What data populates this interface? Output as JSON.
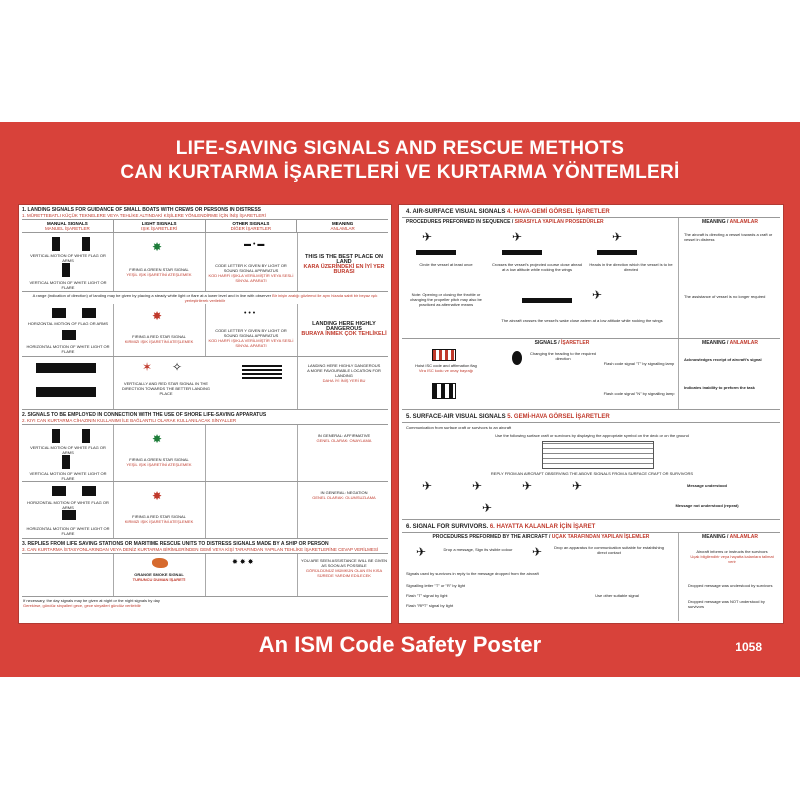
{
  "header": {
    "title_en": "LIFE-SAVING SIGNALS AND RESCUE METHOTS",
    "title_tr": "CAN KURTARMA İŞARETLERİ VE KURTARMA YÖNTEMLERİ"
  },
  "footer": {
    "tagline": "An ISM Code Safety Poster",
    "poster_number": "1058"
  },
  "left": {
    "s1": {
      "title": "1. LANDING SIGNALS FOR GUIDANCE OF SMALL BOATS WITH CREWS OR PERSONS IN DISTRESS",
      "subtitle": "1. MÜRETTEBATLI KÜÇÜK TEKNELERE VEYA TEHLİKE ALTINDAKİ KİŞİLERE YÖNLENDİRME İÇİN İNİŞ İŞARETLERİ",
      "headers": [
        {
          "en": "MANUAL SIGNALS",
          "tr": "MANUEL İŞARETLER"
        },
        {
          "en": "LIGHT SIGNALS",
          "tr": "IŞIK İŞARETLERİ"
        },
        {
          "en": "OTHER SIGNALS",
          "tr": "DİĞER İŞARETLER"
        },
        {
          "en": "MEANING",
          "tr": "ANLAMLAR"
        }
      ],
      "rows": [
        {
          "manual_top": "VERTICAL MOTION OF WHITE FLAG OR ARMS",
          "manual_bottom": "VERTICAL MOTION OF WHITE LIGHT OR FLARE",
          "light": "FIRING A GREEN STAR SIGNAL",
          "light_tr": "YEŞİL IŞIK İŞARETİNİ ATEŞLEMEK",
          "other": "CODE LETTER K GIVEN BY LIGHT OR SOUND SIGNAL APPARATUS",
          "other_tr": "KOD HARFİ IŞIKLA VERİLMİŞTİR VEYA SESLİ SİNYAL APARATI",
          "meaning": "THIS IS THE BEST PLACE ON LAND",
          "meaning_tr": "KARA ÜZERİNDEKİ EN İYİ YER BURASI"
        },
        {
          "manual_top": "HORIZONTAL MOTION OF FLAG OR ARMS",
          "manual_bottom": "HORIZONTAL MOTION OF WHITE LIGHT OR FLARE",
          "light": "FIRING A RED STAR SIGNAL",
          "light_tr": "KIRMIZI IŞIK İŞARETİNİ ATEŞLEMEK",
          "other": "CODE LETTER Y GIVEN BY LIGHT OR SOUND SIGNAL APPARATUS",
          "other_tr": "KOD HARFİ IŞIKLA VERİLMİŞTİR VEYA SESLİ SİNYAL APARATI",
          "meaning": "LANDING HERE HIGHLY DANGEROUS",
          "meaning_tr": "BURAYA İNMEK ÇOK TEHLİKELİ"
        }
      ],
      "range_note": "A range (indication of direction) of landing may be given by placing a steady white light or flare at a lower level and in line with observer",
      "range_note_tr": "Bir inişin aralığı gözlemci ile aynı hizada sabit bir beyaz ışık yerleştirilerek verilebilir",
      "row3_light": "VERTICALLY AND RED STAR SIGNAL IN THE DIRECTION TOWARDS THE BETTER LANDING PLACE",
      "row3_meaning": "LANDING HERE HIGHLY DANGEROUS",
      "row3_meaning2": "A MORE FAVOURABLE LOCATION FOR LANDING",
      "row3_meaning_tr": "DAHA İYİ İNİŞ YERİ BU"
    },
    "s2": {
      "title": "2. SIGNALS TO BE EMPLOYED IN CONNECTION WITH THE USE OF SHORE LIFE-SAVING APPARATUS",
      "subtitle": "2. KIYI CAN KURTARMA CİHAZININ KULLANIMI İLE BAĞLANTILI OLARAK KULLANILACAK SİNYALLER",
      "row1_manual": "VERTICAL MOTION OF WHITE FLAG OR ARMS",
      "row1_manual_b": "VERTICAL MOTION OF WHITE LIGHT OR FLARE",
      "row1_light": "FIRING A GREEN STAR SIGNAL",
      "row1_light_tr": "YEŞİL IŞIK İŞARETİNİ ATEŞLEMEK",
      "row1_meaning": "IN GENERAL: AFFIRMATIVE",
      "row1_meaning_tr": "GENEL OLARAK: ONAYLAMA",
      "row2_manual": "HORIZONTAL MOTION OF WHITE FLAG OR ARMS",
      "row2_manual_b": "HORIZONTAL MOTION OF WHITE LIGHT OR FLARE",
      "row2_light": "FIRING A RED STAR SIGNAL",
      "row2_light_tr": "KIRMIZI IŞIK İŞARETİNİ ATEŞLEMEK",
      "row2_meaning": "IN GENERAL: NEGATION",
      "row2_meaning_tr": "GENEL OLARAK: OLUMSUZLAMA"
    },
    "s3": {
      "title": "3. REPLIES FROM LIFE SAVING STATIONS OR MARITIME RESCUE UNITS TO DISTRESS SIGNALS MADE BY A SHIP OR PERSON",
      "subtitle": "3. CAN KURTARMA İSTASYONLARINDAN VEYA DENİZ KURTARMA BİRİMLERİNDEN GEMİ VEYA KİŞİ TARAFINDAN YAPILAN TEHLİKE İŞARETLERİNE CEVAP VERİLMESİ",
      "smoke": "ORANGE SMOKE SIGNAL",
      "smoke_tr": "TURUNCU DUMAN İŞARETİ",
      "meaning": "YOU ARE SEEN ASSISTANCE WILL BE GIVEN AS SOON AS POSSIBLE",
      "meaning_tr": "GÖRÜLDÜNÜZ MÜMKÜN OLAN EN KISA SÜREDE YARDIM EDİLECEK",
      "footnote": "If necessary, the day signals may be given at night or the night signals by day",
      "footnote_tr": "Gerekirse, gündüz sinyalleri gece, gece sinyalleri gündüz verilebilir"
    }
  },
  "right": {
    "s4": {
      "title": "4. AIR-SURFACE VISUAL SIGNALS",
      "title_tr": "4. HAVA-GEMİ GÖRSEL İŞARETLER",
      "proc_head": "PROCEDURES PREFORMED IN SEQUENCE",
      "proc_head_tr": "SIRASIYLA YAPILAN PROSEDÜRLER",
      "meaning_head": "MEANING",
      "meaning_head_tr": "ANLAMLAR",
      "step1": "Circle the vessel at least once",
      "step2": "Crosses the vessel's projected course close ahead at a low altitude while rocking the wings",
      "step3": "Heads in the direction which the vessel is to be directed",
      "meaning1": "The aircraft is directing a vessel towards a craft or vessel in distress",
      "step4": "Note: Opening or closing the throttle or changing the propeller pitch may also be practiced as alternative means",
      "step5": "The aircraft crosses the vessel's wake close astern at a low altitude while rocking the wings",
      "meaning2": "The assistance of vessel is no longer required",
      "signals_head": "SIGNALS",
      "signals_head_tr": "İŞARETLER",
      "flag1": "Hoist ISC code and affirmation flag",
      "flag1_tr": "Vira ISC kodu ve onay bayrağı",
      "flag2": "Changing the heading to the required direction",
      "light1": "Flash code signal \"T\" by signalling lamp",
      "light2": "Flash code signal \"N\" by signalling lamp",
      "meaning3": "Acknowledges receipt of aircraft's signal",
      "meaning4": "Indicates inability to preform the task"
    },
    "s5": {
      "title": "5. SURFACE-AIR VISUAL SIGNALS",
      "title_tr": "5. GEMİ-HAVA GÖRSEL İŞARETLER",
      "intro": "Communication from surface craft or survivors to an aircraft",
      "table_note": "Use the following surface craft or survivors by displaying the appropriate symbol on the deck or on the ground",
      "reply": "REPLY FROM AN AIRCRAFT OBSERVING THE ABOVE SIGNALS FROM A SURFACE CRAFT OR SURVIVORS",
      "msg1": "Message understood",
      "msg2": "Message not understood (repeat)"
    },
    "s6": {
      "title": "6. SIGNAL FOR SURVIVORS",
      "title_tr": "6. HAYATTA KALANLAR İÇİN İŞARET",
      "proc_head": "PROCEDURES PREFORMED BY THE AIRCRAFT",
      "proc_head_tr": "UÇAK TARAFINDAN YAPILAN İŞLEMLER",
      "meaning_head": "MEANING",
      "meaning_head_tr": "ANLAMLAR",
      "drop1": "Drop a message, Sign its visible colour",
      "drop2": "Drop an apparatus for communication suitable for establishing direct contact",
      "meaning": "Aircraft informs or instructs the survivors",
      "meaning_tr": "Uçak bilgilendirir veya hayatta kalanlara talimat verir",
      "reply_line": "Signals used by survivors in reply to the message dropped from the aircraft",
      "sig1": "Signalling letter \"T\" or \"R\" by light",
      "sig2": "Flash \"T\" signal by light",
      "sig3": "Flash \"RPT\" signal by light",
      "other": "Use other suitable signal",
      "m1": "Dropped message was understood by survivors",
      "m2": "Dropped message was NOT understood by survivors"
    }
  }
}
